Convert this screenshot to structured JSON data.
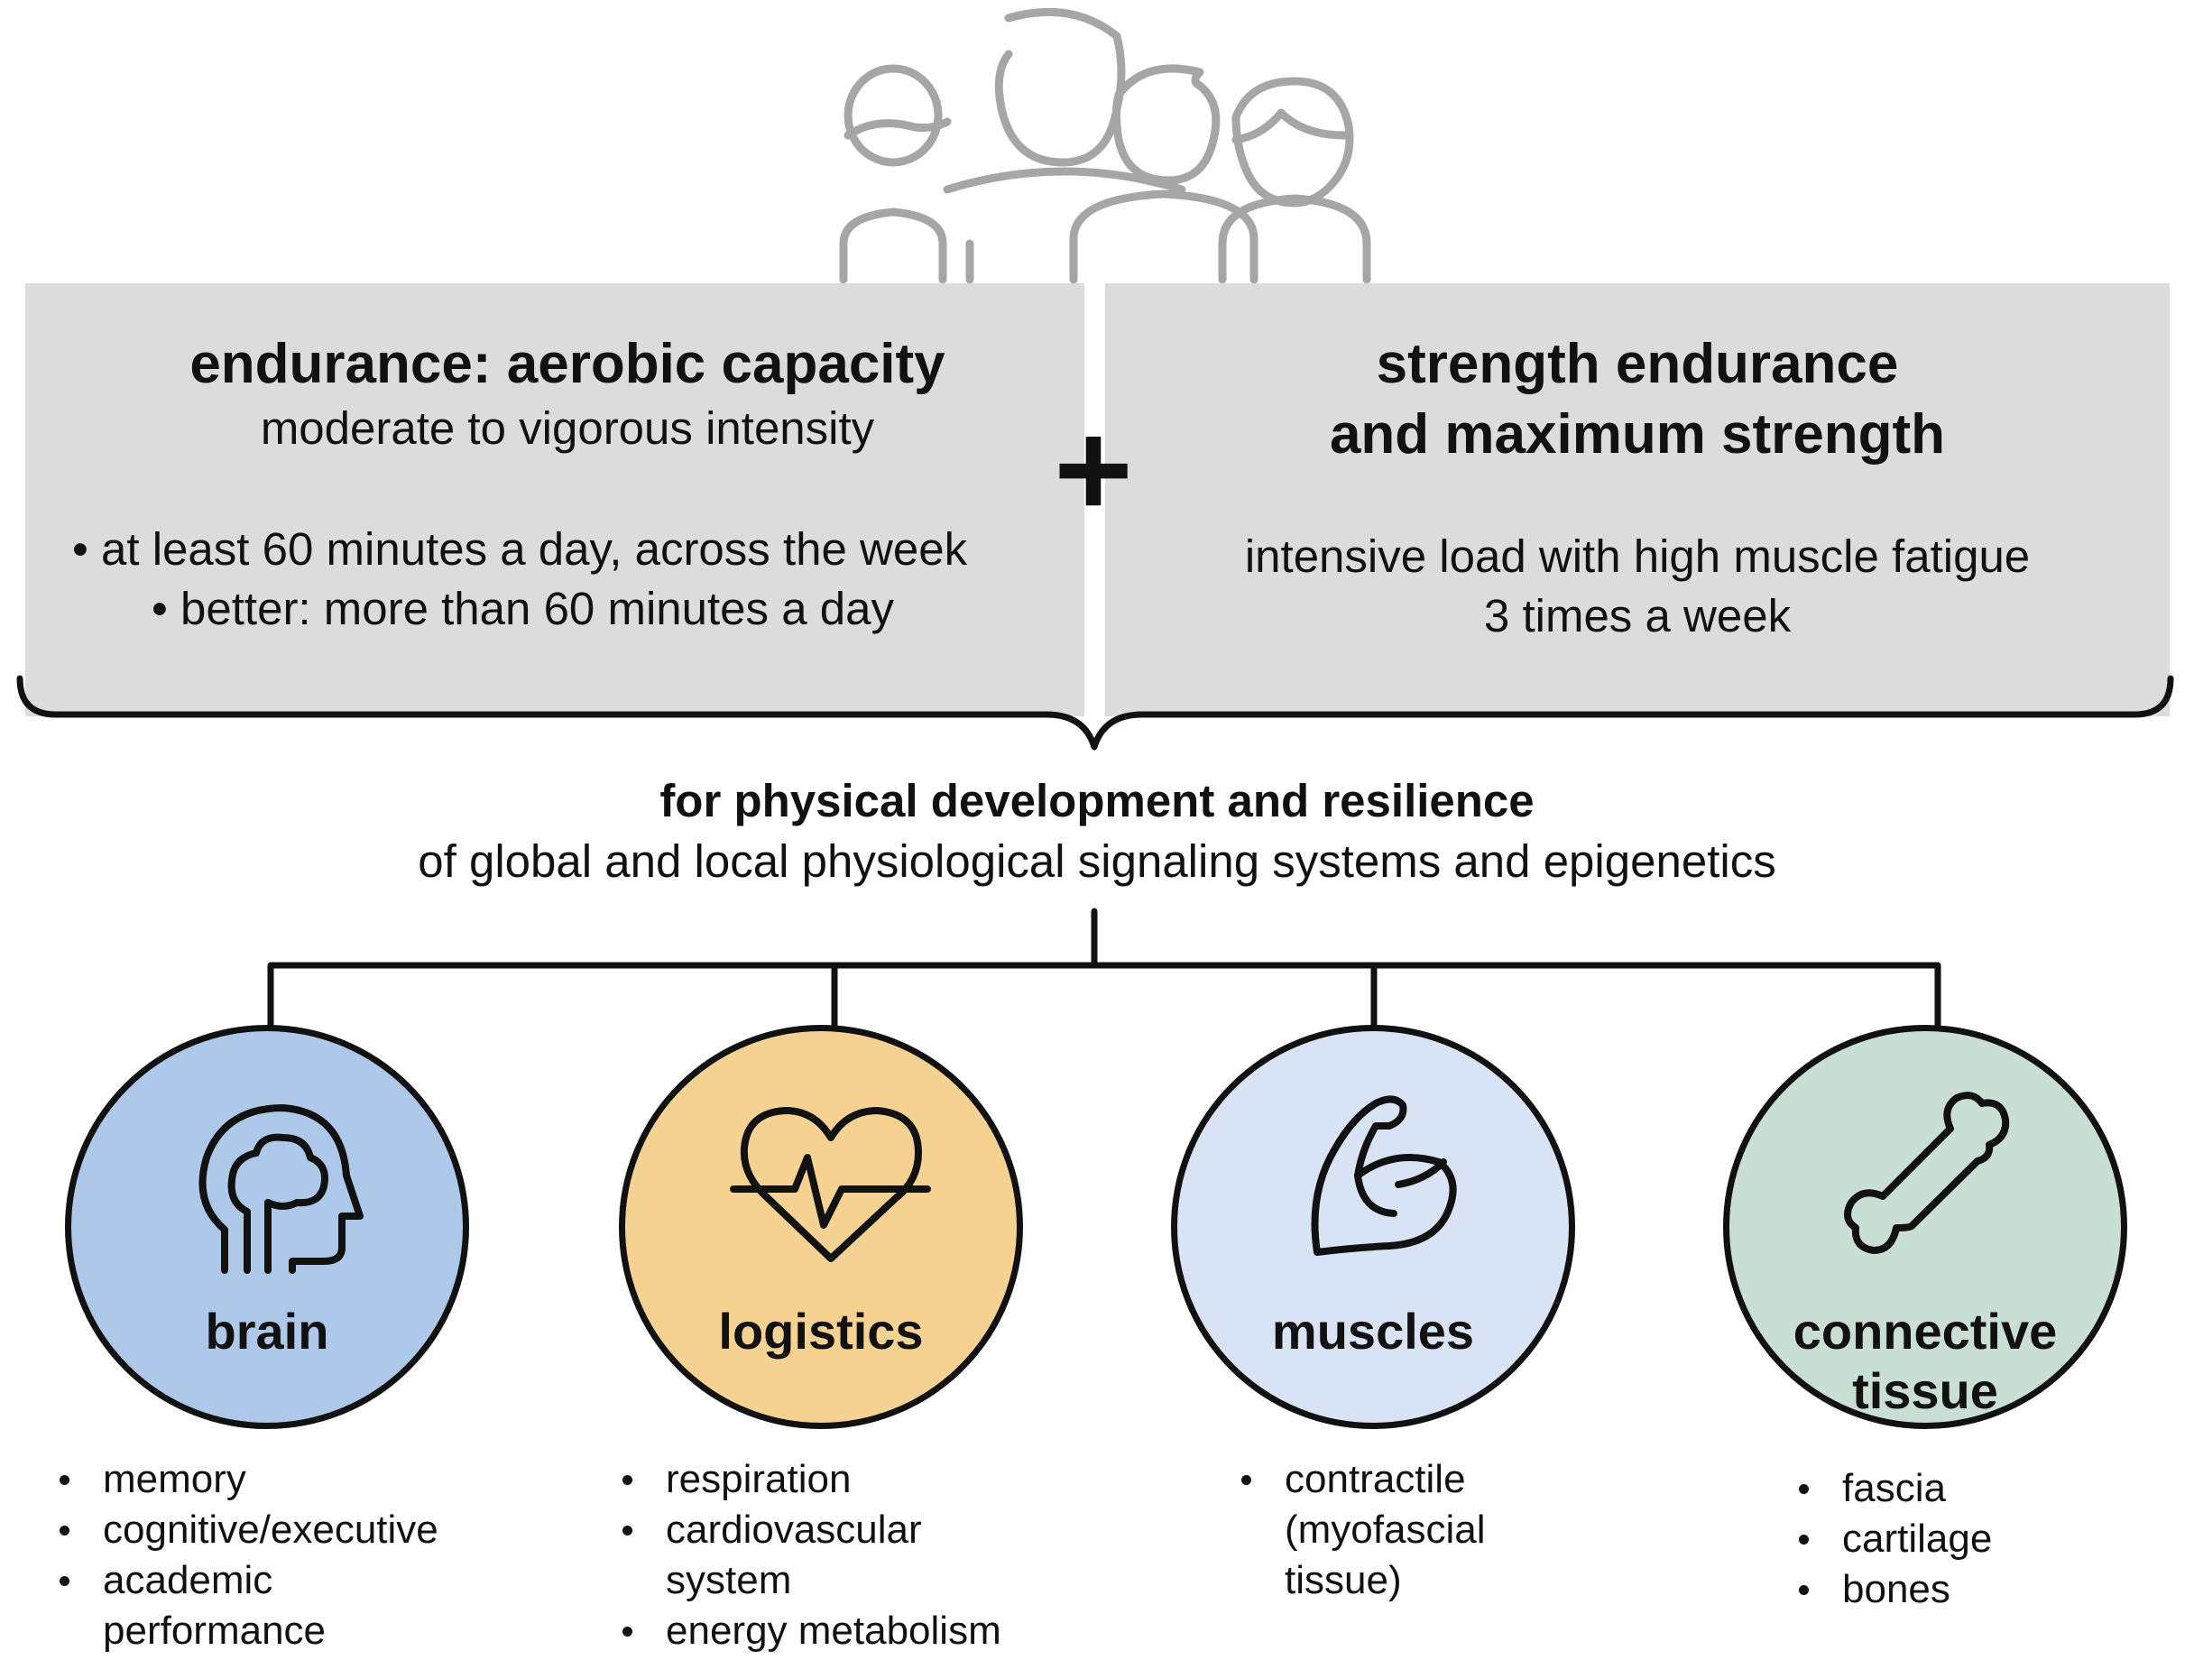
{
  "colors": {
    "panel": "#dcdcdc",
    "family_icon": "#a6a6a6",
    "brain": "#adc8e8",
    "logistics": "#f6d292",
    "muscles": "#d8e3f5",
    "connective": "#c9dfd6",
    "line": "#111111"
  },
  "left_panel": {
    "title": "endurance: aerobic capacity",
    "subtitle": "moderate to vigorous intensity",
    "bullets": [
      "• at least 60 minutes a day, across the week",
      "• better: more than 60 minutes a day"
    ]
  },
  "plus": "+",
  "right_panel": {
    "title_lines": [
      "strength endurance",
      "and maximum strength"
    ],
    "detail_lines": [
      "intensive load with high muscle fatigue",
      "3 times a week"
    ]
  },
  "outcome": {
    "title": "for physical development and resilience",
    "subtitle": "of global and local physiological signaling systems and epigenetics"
  },
  "systems": [
    {
      "label_lines": [
        "brain"
      ],
      "icon": "head-brain-icon",
      "items": [
        [
          "memory"
        ],
        [
          "cognitive/executive"
        ],
        [
          "academic",
          "performance"
        ]
      ]
    },
    {
      "label_lines": [
        "logistics"
      ],
      "icon": "heart-pulse-icon",
      "items": [
        [
          "respiration"
        ],
        [
          "cardiovascular",
          "system"
        ],
        [
          "energy metabolism"
        ]
      ]
    },
    {
      "label_lines": [
        "muscles"
      ],
      "icon": "flexed-arm-icon",
      "items": [
        [
          "contractile",
          "(myofascial",
          "tissue)"
        ]
      ]
    },
    {
      "label_lines": [
        "connective",
        "tissue"
      ],
      "icon": "bone-icon",
      "items": [
        [
          "fascia"
        ],
        [
          "cartilage"
        ],
        [
          "bones"
        ]
      ]
    }
  ]
}
